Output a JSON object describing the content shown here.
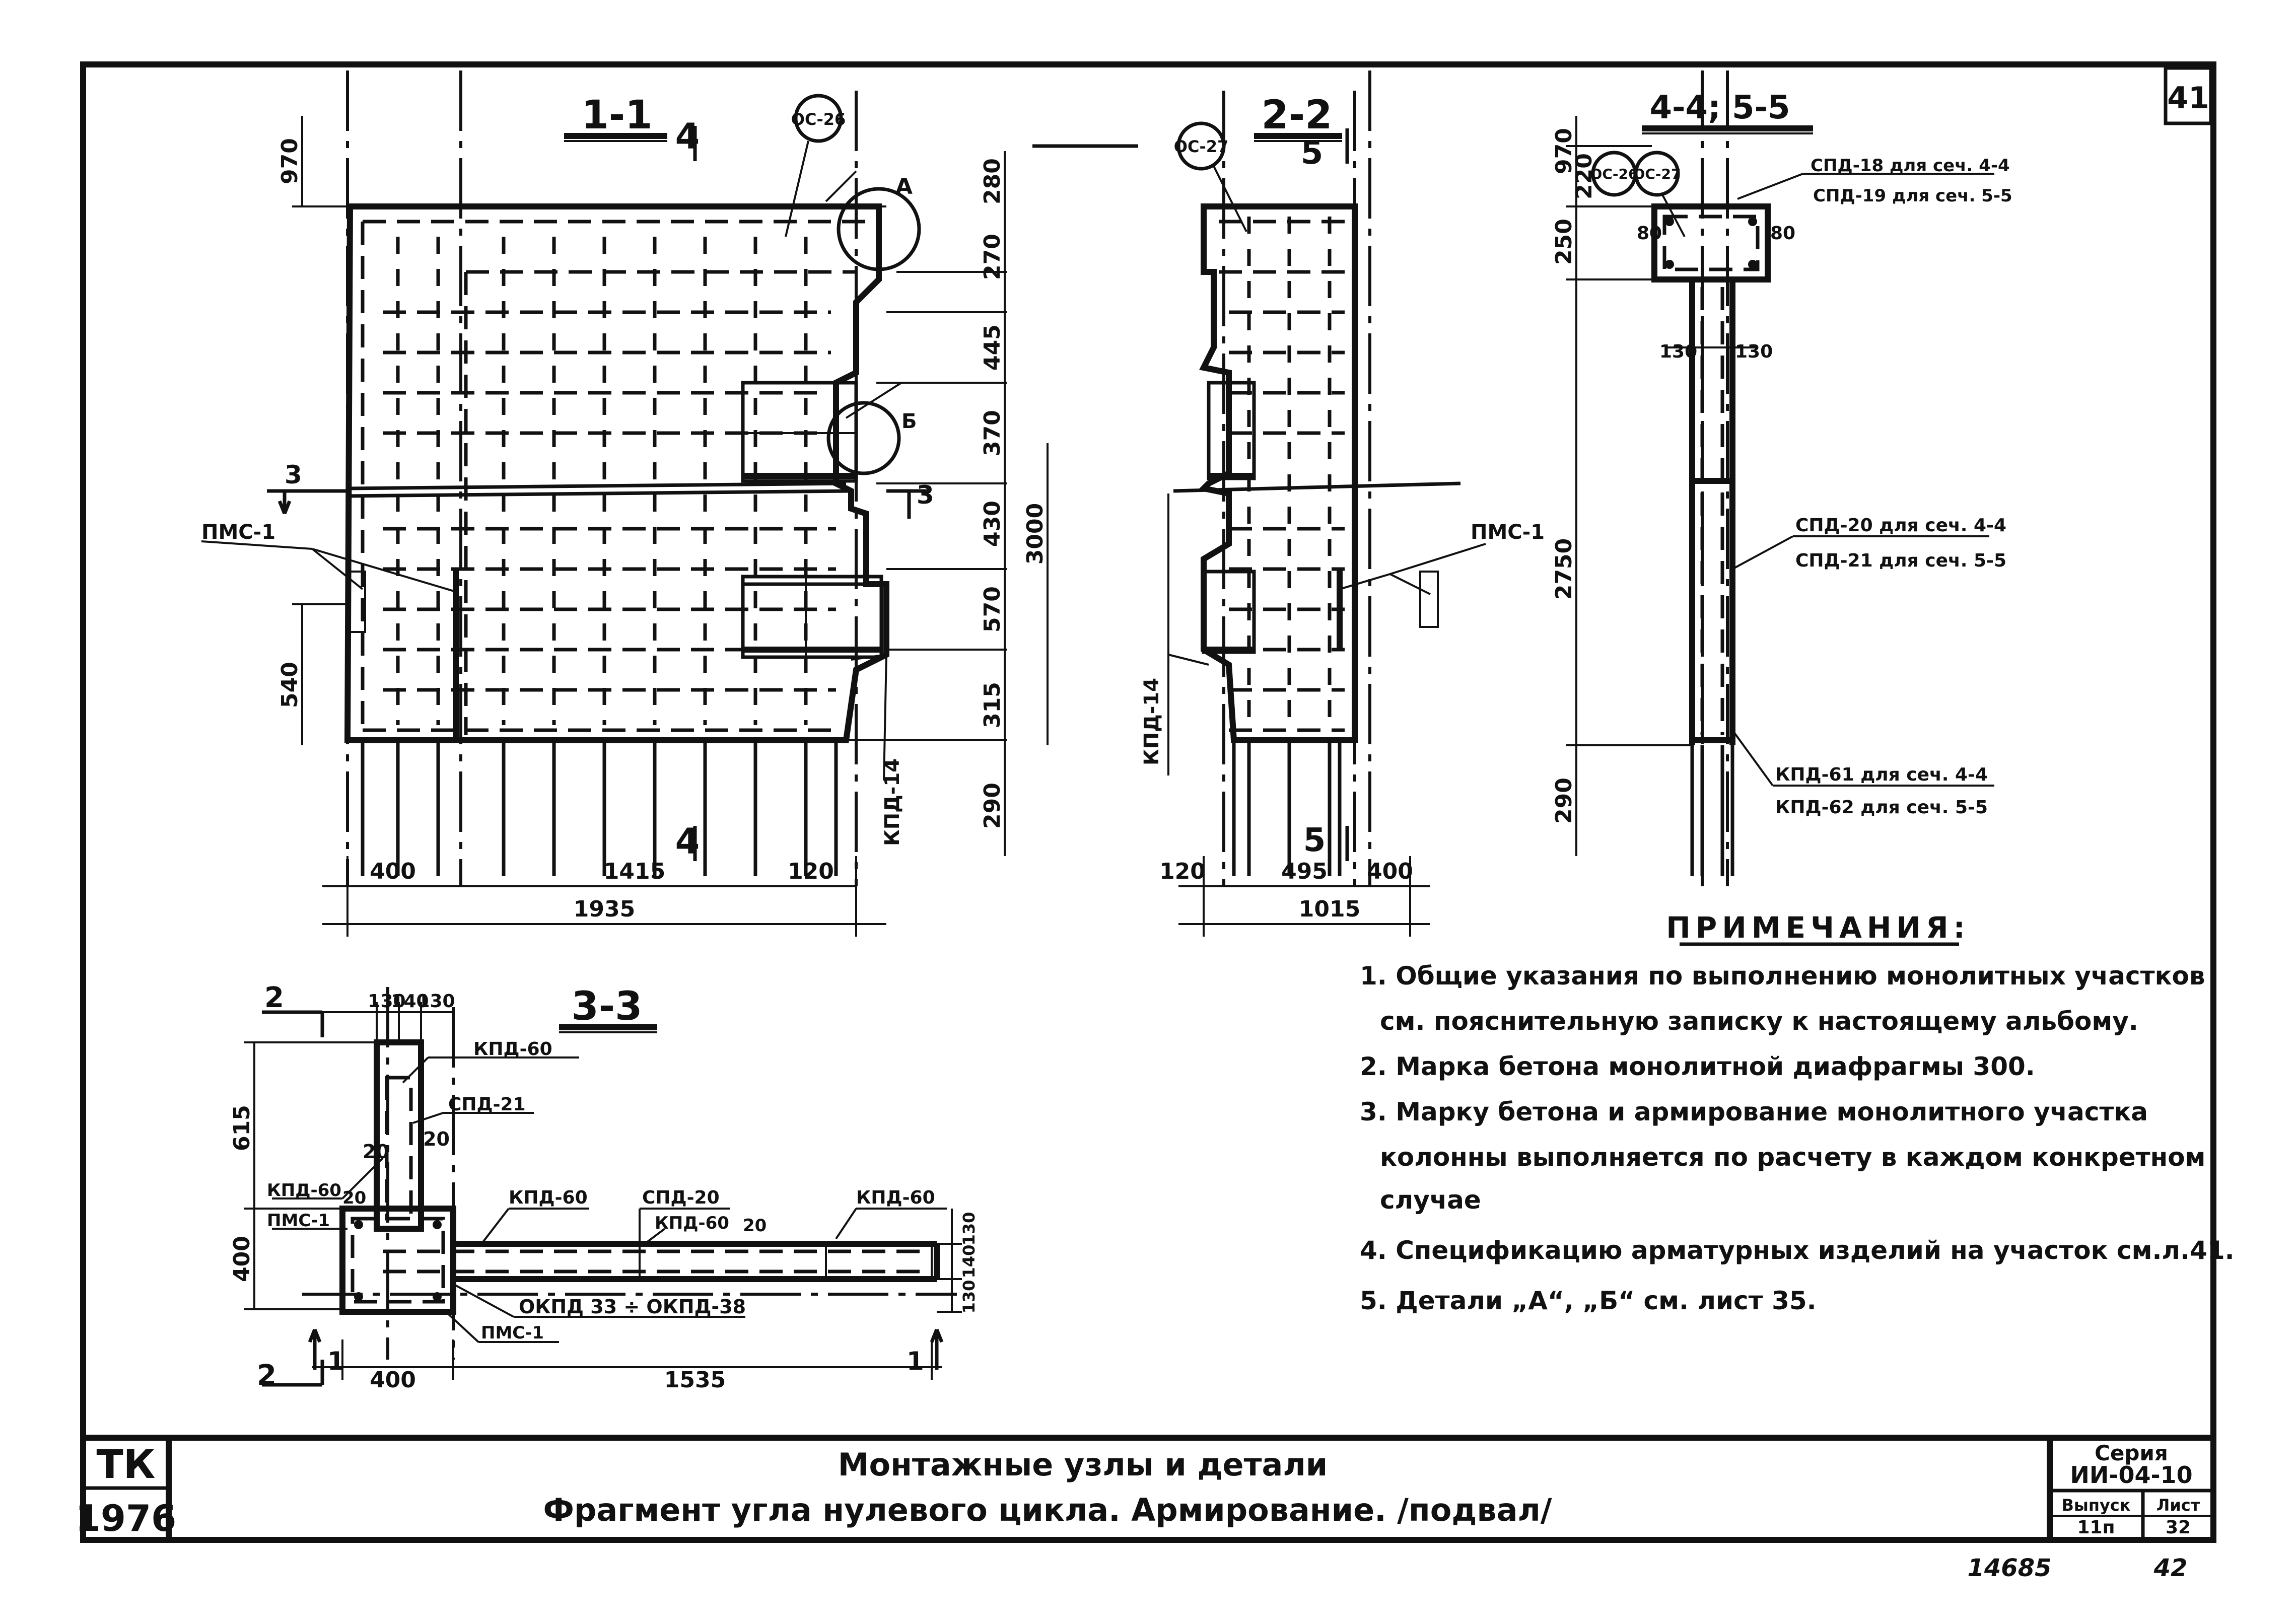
{
  "sheet_number": "41",
  "sections": {
    "s11": {
      "title": "1-1",
      "mark_top": "4",
      "mark_bottom": "4"
    },
    "s22": {
      "title": "2-2",
      "mark_top": "5",
      "mark_bottom": "5"
    },
    "s4455": {
      "title": "4-4; 5-5"
    },
    "s33": {
      "title": "3-3"
    }
  },
  "callouts": {
    "oc26": "ОС-26",
    "oc27": "ОС-27",
    "detail_a": "А",
    "detail_b": "Б"
  },
  "section_marks": {
    "m3": "3",
    "m2": "2",
    "m1": "1"
  },
  "dims_11": {
    "top970": "970",
    "d280": "280",
    "d270": "270",
    "d445": "445",
    "d370": "370",
    "d430": "430",
    "d3000": "3000",
    "d570": "570",
    "d315": "315",
    "d290": "290",
    "d540": "540",
    "b400": "400",
    "b1415": "1415",
    "b120": "120",
    "b1935": "1935"
  },
  "dims_22": {
    "b120": "120",
    "b495": "495",
    "b400": "400",
    "b1015": "1015"
  },
  "dims_4455": {
    "d970": "970",
    "d220": "220",
    "d250": "250",
    "d2750": "2750",
    "d290": "290",
    "d80a": "80",
    "d80b": "80",
    "d130a": "130",
    "d130b": "130"
  },
  "dims_33": {
    "t130a": "130",
    "t140": "140",
    "t130b": "130",
    "d615": "615",
    "d400": "400",
    "d20a": "20",
    "d20b": "20",
    "d20c": "20",
    "d20d": "20",
    "r130a": "130",
    "r140": "140",
    "r130b": "130",
    "b400": "400",
    "b1535": "1535"
  },
  "labels": {
    "pms1_a": "ПМС-1",
    "pms1_b": "ПМС-1",
    "kpd14_a": "КПД-14",
    "kpd14_b": "КПД-14",
    "spd18": "СПД-18 для сеч. 4-4",
    "spd19": "СПД-19 для сеч. 5-5",
    "spd20s": "СПД-20 для сеч. 4-4",
    "spd21s": "СПД-21 для сеч. 5-5",
    "kpd61": "КПД-61 для сеч. 4-4",
    "kpd62": "КПД-62 для сеч. 5-5",
    "kpd60_a": "КПД-60",
    "spd21": "СПД-21",
    "kpd60_b": "КПД-60",
    "kpd60_c": "КПД-60",
    "spd20": "СПД-20",
    "kpd60_d": "КПД-60",
    "kpd60_e": "КПД-60",
    "pms1_c": "ПМС-1",
    "okpd": "ОКПД 33 ÷ ОКПД-38",
    "pms1_d": "ПМС-1"
  },
  "notes": {
    "heading": "ПРИМЕЧАНИЯ:",
    "items": [
      "1. Общие указания по выполнению монолитных участков",
      "см. пояснительную записку к настоящему альбому.",
      "2. Марка бетона монолитной диафрагмы   300.",
      "3. Марку бетона и армирование монолитного участка",
      "колонны выполняется по расчету в каждом конкретном",
      "случае",
      "4. Спецификацию арматурных изделий на участок см.л.41.",
      "5. Детали „А“, „Б“  см. лист 35."
    ]
  },
  "title_block": {
    "org": "ТК",
    "year": "1976",
    "line1": "Монтажные узлы и детали",
    "line2": "Фрагмент угла нулевого цикла. Армирование. /подвал/",
    "series_label": "Серия",
    "series": "ИИ-04-10",
    "issue_label": "Выпуск",
    "issue": "11п",
    "sheet_label": "Лист",
    "sheet": "32"
  },
  "stamp": {
    "number": "14685",
    "page": "42"
  }
}
